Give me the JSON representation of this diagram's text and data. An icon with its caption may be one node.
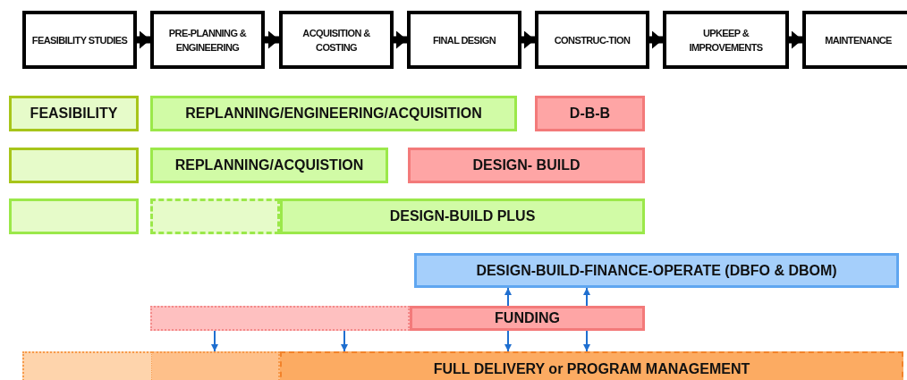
{
  "diagram": {
    "nodes": [
      {
        "text": [
          "FEASIBILITY STUDIES"
        ]
      },
      {
        "text": [
          "PRE-PLANNING & ENGINEERING"
        ]
      },
      {
        "text": [
          "ACQUISITION & COSTING"
        ]
      },
      {
        "text": [
          "FINAL DESIGN"
        ]
      },
      {
        "text": [
          "CONSTRUC-TION"
        ]
      },
      {
        "text": [
          "UPKEEP & IMPROVEMENTS"
        ]
      },
      {
        "text": [
          "MAINTENANCE"
        ]
      },
      {
        "text": [
          "FEASIBILITY"
        ]
      },
      {
        "text": [
          "REPLANNING/ENGINEERING/ACQUISITION"
        ]
      },
      {
        "text": [
          "D-B-B"
        ]
      },
      {
        "text": [],
        "shape": "box"
      },
      {
        "text": [
          "REPLANNING/ACQUISTION"
        ]
      },
      {
        "text": [
          "DESIGN- BUILD"
        ]
      },
      {
        "text": [],
        "shape": "box"
      },
      {
        "text": [],
        "shape": "box"
      },
      {
        "text": [
          "DESIGN-BUILD PLUS"
        ]
      },
      {
        "text": [
          "DESIGN-BUILD-FINANCE-OPERATE (DBFO & DBOM)"
        ]
      },
      {
        "text": [],
        "shape": "box"
      },
      {
        "text": [
          "FUNDING"
        ]
      },
      {
        "text": [],
        "shape": "box"
      },
      {
        "text": [],
        "shape": "box"
      },
      {
        "text": [
          "FULL DELIVERY or PROGRAM MANAGEMENT"
        ]
      }
    ],
    "edges": [
      {
        "from": 0,
        "to": 1,
        "arrow": "to",
        "style": "thick"
      },
      {
        "from": 1,
        "to": 2,
        "arrow": "to",
        "style": "thick"
      },
      {
        "from": 2,
        "to": 3,
        "arrow": "to",
        "style": "thick"
      },
      {
        "from": 3,
        "to": 4,
        "arrow": "to",
        "style": "thick"
      },
      {
        "from": 4,
        "to": 5,
        "arrow": "to",
        "style": "thick"
      },
      {
        "from": 5,
        "to": 6,
        "arrow": "to",
        "style": "thick"
      },
      {
        "from": 18,
        "to": 16,
        "arrow": "to",
        "color": "#1f6fd0"
      },
      {
        "from": 18,
        "to": 16,
        "arrow": "to",
        "color": "#1f6fd0"
      },
      {
        "from": 17,
        "to": 20,
        "arrow": "to",
        "color": "#1f6fd0"
      },
      {
        "from": 17,
        "to": 21,
        "arrow": "to",
        "color": "#1f6fd0"
      },
      {
        "from": 18,
        "to": 21,
        "arrow": "to",
        "color": "#1f6fd0"
      },
      {
        "from": 18,
        "to": 21,
        "arrow": "to",
        "color": "#1f6fd0"
      }
    ]
  }
}
